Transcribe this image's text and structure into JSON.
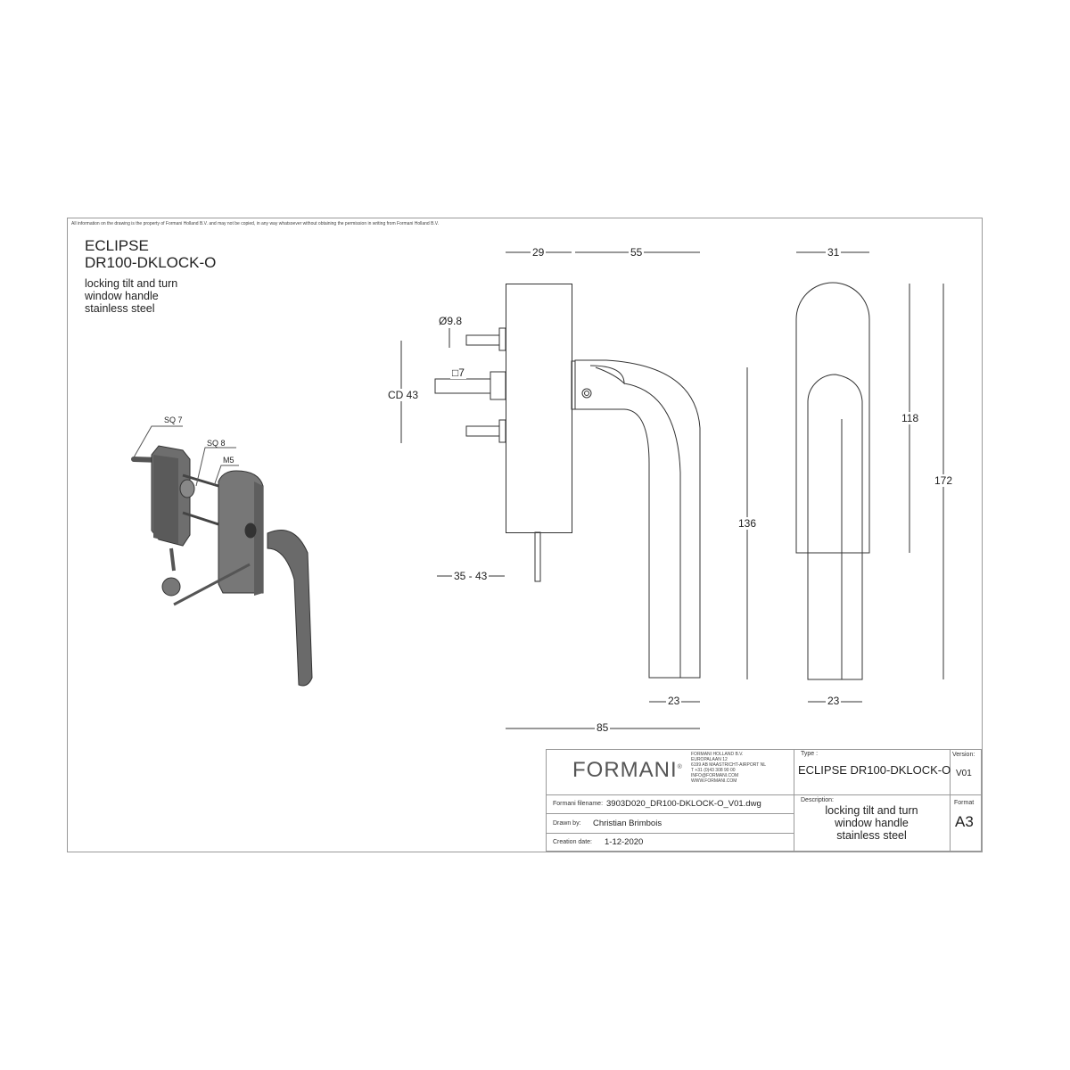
{
  "disclaimer": "All information on the drawing is the property of Formani Holland B.V. and may not be copied, in any way whatsoever without obtaining the permission in writing from Formani Holland B.V.",
  "header": {
    "series": "ECLIPSE",
    "model": "DR100-DKLOCK-O",
    "description_lines": [
      "locking tilt and turn",
      "window handle",
      "stainless steel"
    ]
  },
  "iso_labels": {
    "sq7": "SQ 7",
    "sq8": "SQ 8",
    "m5": "M5"
  },
  "side_view_dims": {
    "d29": "29",
    "d55": "55",
    "dia": "Ø9.8",
    "sq": "□7",
    "cd": "CD 43",
    "range": "35 - 43",
    "d136": "136",
    "d23": "23",
    "d85": "85"
  },
  "front_view_dims": {
    "d31": "31",
    "d118": "118",
    "d172": "172",
    "d23": "23"
  },
  "title_block": {
    "logo": "FORMANI",
    "logo_mark": "®",
    "address_lines": [
      "FORMANI HOLLAND B.V.",
      "EUROPALAAN 12",
      "6199 AB MAASTRICHT-AIRPORT NL",
      "T +31 (0)43 308 90 00",
      "INFO@FORMANI.COM",
      "WWW.FORMANI.COM"
    ],
    "type_label": "Type :",
    "type_value": "ECLIPSE DR100-DKLOCK-O",
    "version_label": "Version:",
    "version_value": "V01",
    "filename_label": "Formani filename:",
    "filename_value": "3903D020_DR100-DKLOCK-O_V01.dwg",
    "drawn_label": "Drawn by:",
    "drawn_value": "Christian Brimbois",
    "date_label": "Creation date:",
    "date_value": "1-12-2020",
    "description_label": "Description:",
    "description_lines": [
      "locking tilt and turn",
      "window handle",
      "stainless steel"
    ],
    "format_label": "Format",
    "format_value": "A3"
  }
}
